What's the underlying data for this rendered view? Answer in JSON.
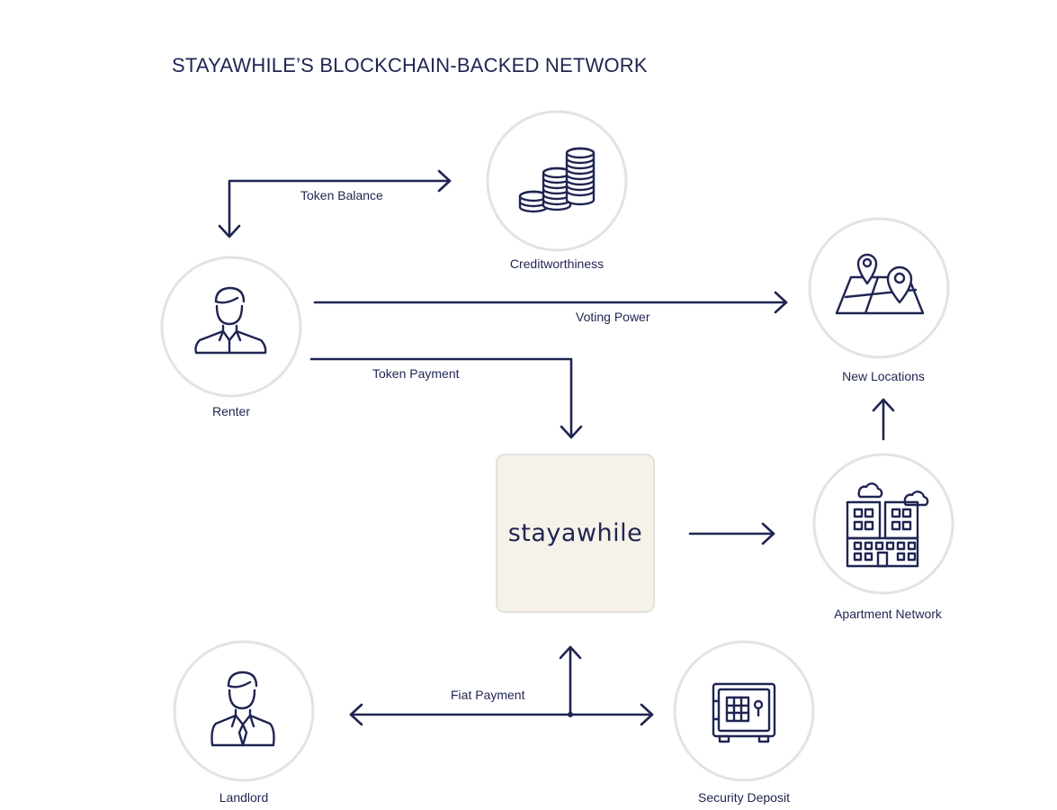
{
  "title": "STAYAWHILE’S BLOCKCHAIN-BACKED NETWORK",
  "hub": {
    "brand": "stayawhile"
  },
  "nodes": {
    "creditworthiness": "Creditworthiness",
    "renter": "Renter",
    "new_locations": "New Locations",
    "apartment_network": "Apartment Network",
    "landlord": "Landlord",
    "security_deposit": "Security Deposit"
  },
  "edges": {
    "token_balance": "Token Balance",
    "voting_power": "Voting Power",
    "token_payment": "Token Payment",
    "fiat_payment": "Fiat Payment"
  },
  "colors": {
    "ink": "#1f2552",
    "circle_border": "#e3e3e3",
    "hub_fill": "#f6f2ea"
  },
  "icons": [
    "coins-icon",
    "renter-person-icon",
    "map-pins-icon",
    "apartment-building-icon",
    "landlord-person-icon",
    "safe-icon"
  ]
}
